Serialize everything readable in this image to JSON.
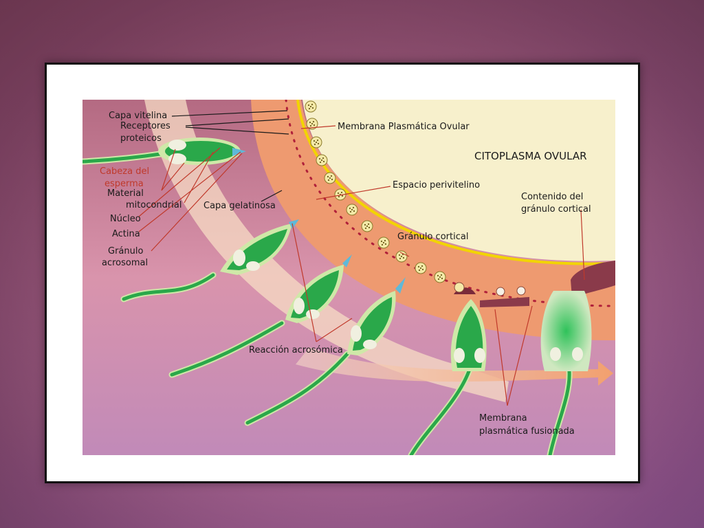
{
  "diagram": {
    "labels": {
      "capa_vitelina": "Capa vitelina",
      "receptores_1": "Receptores",
      "receptores_2": "proteicos",
      "membrana_ovular": "Membrana Plasmática Ovular",
      "citoplasma": "CITOPLASMA OVULAR",
      "cabeza_1": "Cabeza del",
      "cabeza_2": "esperma",
      "material_1": "Material",
      "material_2": "mitocondrial",
      "capa_gelatinosa": "Capa gelatinosa",
      "espacio": "Espacio perivitelino",
      "contenido_1": "Contenido del",
      "contenido_2": "gránulo cortical",
      "nucleo": "Núcleo",
      "actina": "Actina",
      "granulo_acro_1": "Gránulo",
      "granulo_acro_2": "acrosomal",
      "granulo_cortical": "Gránulo cortical",
      "reaccion": "Reacción acrosómica",
      "membrana_fus_1": "Membrana",
      "membrana_fus_2": "plasmática fusionada"
    },
    "colors": {
      "cytoplasm": "#f7f0cc",
      "gel_layer": "#ee9a70",
      "vitelline": "#f2d400",
      "sperm_green": "#2aa84a",
      "background_pink": "#c9839e",
      "leader_red": "#c0392b"
    }
  }
}
